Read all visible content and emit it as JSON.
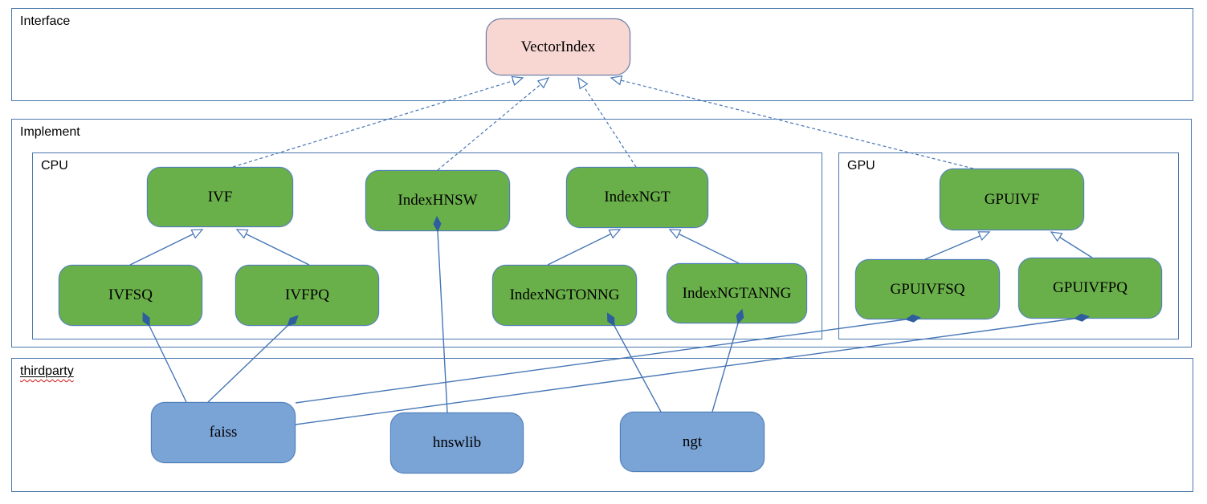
{
  "sections": {
    "interface": {
      "label": "Interface"
    },
    "implement": {
      "label": "Implement"
    },
    "cpu": {
      "label": "CPU"
    },
    "gpu": {
      "label": "GPU"
    },
    "thirdparty": {
      "label": "thirdparty"
    }
  },
  "nodes": {
    "vectorindex": {
      "label": "VectorIndex",
      "kind": "interface"
    },
    "ivf": {
      "label": "IVF",
      "kind": "cpu-implementation"
    },
    "indexhnsw": {
      "label": "IndexHNSW",
      "kind": "cpu-implementation"
    },
    "indexngt": {
      "label": "IndexNGT",
      "kind": "cpu-implementation"
    },
    "gpuivf": {
      "label": "GPUIVF",
      "kind": "gpu-implementation"
    },
    "ivfsq": {
      "label": "IVFSQ",
      "kind": "cpu-implementation"
    },
    "ivfpq": {
      "label": "IVFPQ",
      "kind": "cpu-implementation"
    },
    "indexngtonng": {
      "label": "IndexNGTONNG",
      "kind": "cpu-implementation"
    },
    "indexngtanng": {
      "label": "IndexNGTANNG",
      "kind": "cpu-implementation"
    },
    "gpuivfsq": {
      "label": "GPUIVFSQ",
      "kind": "gpu-implementation"
    },
    "gpuivfpq": {
      "label": "GPUIVFPQ",
      "kind": "gpu-implementation"
    },
    "faiss": {
      "label": "faiss",
      "kind": "thirdparty-library"
    },
    "hnswlib": {
      "label": "hnswlib",
      "kind": "thirdparty-library"
    },
    "ngt": {
      "label": "ngt",
      "kind": "thirdparty-library"
    }
  },
  "edges": [
    {
      "from": "IVF",
      "to": "VectorIndex",
      "type": "realization-dashed-open-arrow"
    },
    {
      "from": "IndexHNSW",
      "to": "VectorIndex",
      "type": "realization-dashed-open-arrow"
    },
    {
      "from": "IndexNGT",
      "to": "VectorIndex",
      "type": "realization-dashed-open-arrow"
    },
    {
      "from": "GPUIVF",
      "to": "VectorIndex",
      "type": "realization-dashed-open-arrow"
    },
    {
      "from": "IVFSQ",
      "to": "IVF",
      "type": "generalization-open-arrow"
    },
    {
      "from": "IVFPQ",
      "to": "IVF",
      "type": "generalization-open-arrow"
    },
    {
      "from": "IndexNGTONNG",
      "to": "IndexNGT",
      "type": "generalization-open-arrow"
    },
    {
      "from": "IndexNGTANNG",
      "to": "IndexNGT",
      "type": "generalization-open-arrow"
    },
    {
      "from": "GPUIVFSQ",
      "to": "GPUIVF",
      "type": "generalization-open-arrow"
    },
    {
      "from": "GPUIVFPQ",
      "to": "GPUIVF",
      "type": "generalization-open-arrow"
    },
    {
      "from": "IVFSQ",
      "to": "faiss",
      "type": "composition-filled-diamond"
    },
    {
      "from": "IVFPQ",
      "to": "faiss",
      "type": "composition-filled-diamond"
    },
    {
      "from": "GPUIVFSQ",
      "to": "faiss",
      "type": "composition-filled-diamond"
    },
    {
      "from": "GPUIVFPQ",
      "to": "faiss",
      "type": "composition-filled-diamond"
    },
    {
      "from": "IndexHNSW",
      "to": "hnswlib",
      "type": "composition-filled-diamond"
    },
    {
      "from": "IndexNGTONNG",
      "to": "ngt",
      "type": "composition-filled-diamond"
    },
    {
      "from": "IndexNGTANNG",
      "to": "ngt",
      "type": "composition-filled-diamond"
    }
  ],
  "colors": {
    "node_green": "#6ab04a",
    "node_blue": "#7aa3d6",
    "node_pink": "#f8d7d3",
    "node_border": "#4e7fba",
    "pink_border": "#64789f",
    "section_border": "#4a78ad",
    "connector": "#4676b6",
    "diamond_fill": "#2e5e9e",
    "spellcheck_red": "#cc1717"
  }
}
